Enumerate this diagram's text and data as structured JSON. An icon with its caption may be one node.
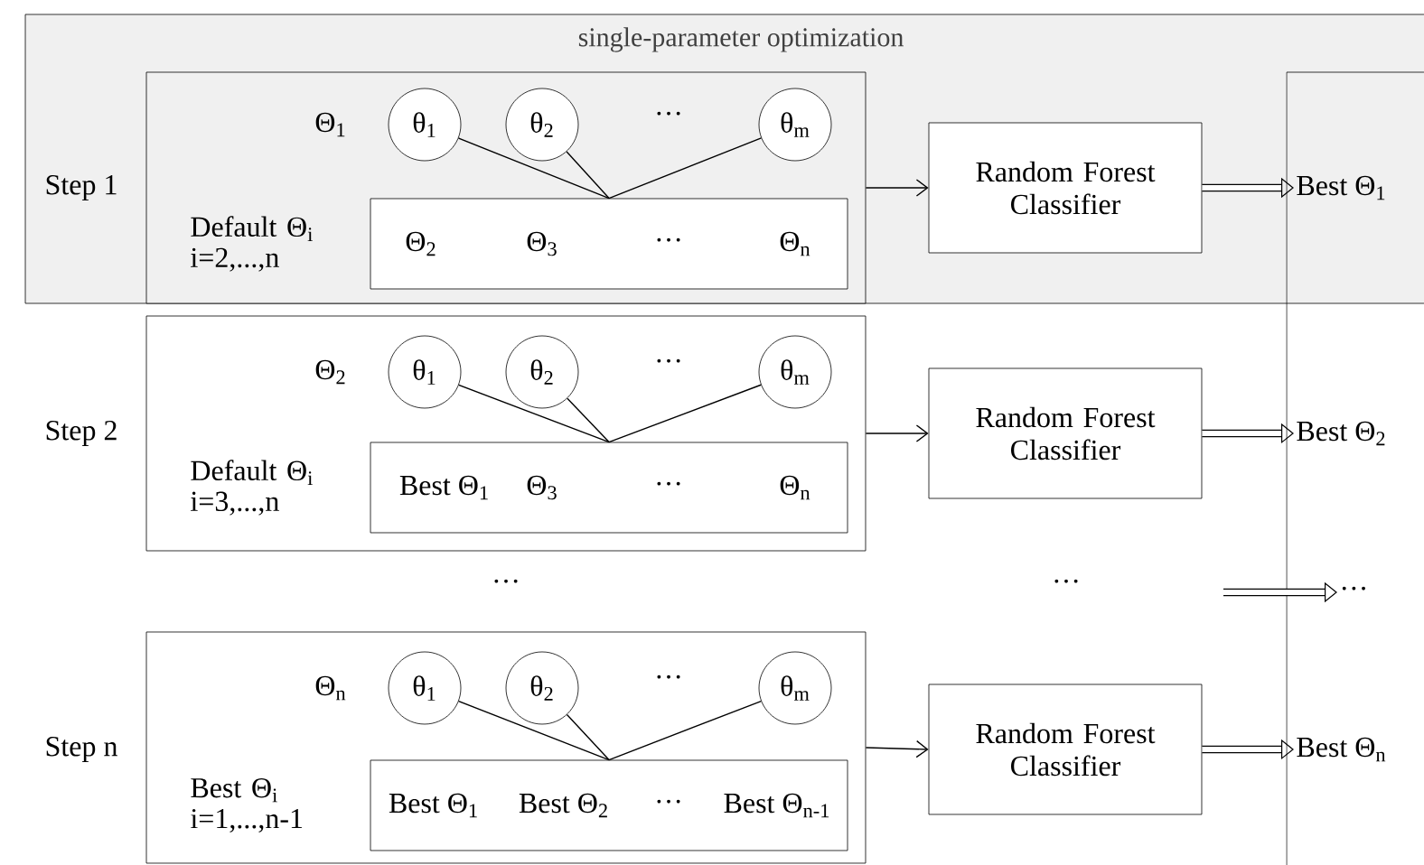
{
  "diagram": {
    "nodes": [
      {
        "text": [
          "single-parameter optimization"
        ]
      },
      {
        "text": [],
        "shape": "box"
      },
      {
        "text": [
          "Θ$_{1}$",
          "···",
          "Default Θ$_{i}$ i=2,...,n"
        ],
        "in": 0
      },
      {
        "text": [
          "θ$_{1}$"
        ],
        "in": 2
      },
      {
        "text": [
          "θ$_{2}$"
        ],
        "in": 2
      },
      {
        "text": [
          "θ$_{m}$"
        ],
        "in": 2
      },
      {
        "text": [
          "Θ$_{2}$",
          "Θ$_{3}$",
          "···",
          "Θ$_{n}$"
        ],
        "in": 2
      },
      {
        "text": [
          "Random Forest Classifier"
        ],
        "in": 0
      },
      {
        "text": [
          "Best Θ$_{1}$"
        ]
      },
      {
        "text": [
          "Θ$_{2}$",
          "···",
          "Default Θ$_{i}$ i=3,...,n"
        ]
      },
      {
        "text": [
          "θ$_{1}$"
        ],
        "in": 9
      },
      {
        "text": [
          "θ$_{2}$"
        ],
        "in": 9
      },
      {
        "text": [
          "θ$_{m}$"
        ],
        "in": 9
      },
      {
        "text": [
          "Best Θ$_{1}$",
          "Θ$_{3}$",
          "···",
          "Θ$_{n}$"
        ],
        "in": 9
      },
      {
        "text": [
          "Random Forest Classifier"
        ]
      },
      {
        "text": [
          "Best Θ$_{2}$"
        ],
        "in": 1
      },
      {
        "text": [
          "···"
        ]
      },
      {
        "text": [
          "···"
        ],
        "in": 1
      },
      {
        "text": [
          "Θ$_{n}$",
          "···",
          "Best Θ$_{i}$ i=1,...,n-1"
        ]
      },
      {
        "text": [
          "θ$_{1}$"
        ],
        "in": 18
      },
      {
        "text": [
          "θ$_{2}$"
        ],
        "in": 18
      },
      {
        "text": [
          "θ$_{m}$"
        ],
        "in": 18
      },
      {
        "text": [
          "Best Θ$_{1}$",
          "Best Θ$_{2}$",
          "···",
          "Best Θ$_{n-1}$"
        ],
        "in": 18
      },
      {
        "text": [
          "Random Forest Classifier"
        ]
      },
      {
        "text": [
          "Best Θ$_{n}$"
        ],
        "in": 1
      }
    ],
    "edges": [
      {
        "from": 3,
        "to": 6,
        "arrow": "none"
      },
      {
        "from": 4,
        "to": 6,
        "arrow": "none"
      },
      {
        "from": 5,
        "to": 6,
        "arrow": "none"
      },
      {
        "from": 2,
        "to": 7,
        "arrow": "to"
      },
      {
        "from": 7,
        "to": 8,
        "arrow": "to",
        "style": "thick"
      },
      {
        "from": 10,
        "to": 13,
        "arrow": "none"
      },
      {
        "from": 11,
        "to": 13,
        "arrow": "none"
      },
      {
        "from": 12,
        "to": 13,
        "arrow": "none"
      },
      {
        "from": 9,
        "to": 14,
        "arrow": "to"
      },
      {
        "from": 14,
        "to": 15,
        "arrow": "to",
        "style": "thick"
      },
      {
        "from": null,
        "to": 17,
        "arrow": "to",
        "style": "thick"
      },
      {
        "from": 19,
        "to": 22,
        "arrow": "none"
      },
      {
        "from": 20,
        "to": 22,
        "arrow": "none"
      },
      {
        "from": 21,
        "to": 22,
        "arrow": "none"
      },
      {
        "from": 18,
        "to": 23,
        "arrow": "to"
      },
      {
        "from": 23,
        "to": 24,
        "arrow": "to",
        "style": "thick"
      }
    ],
    "labels": [
      "Step 1",
      "Step 2",
      "···",
      "Step n"
    ]
  }
}
